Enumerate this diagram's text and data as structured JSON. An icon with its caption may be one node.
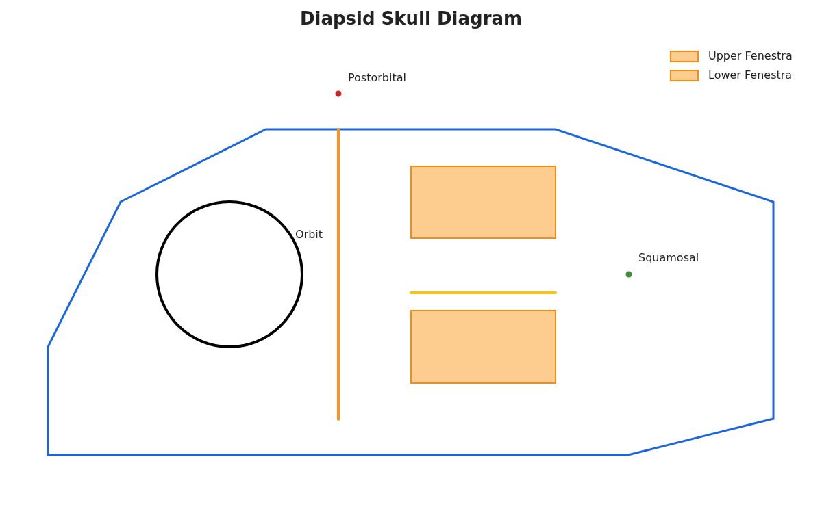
{
  "diagram": {
    "title": "Diapsid Skull Diagram",
    "labels": [
      "Postorbital",
      "Orbit",
      "Squamosal"
    ],
    "legend": [
      {
        "text": "Upper Fenestra",
        "color": "#fdcd8f"
      },
      {
        "text": "Lower Fenestra",
        "color": "#fdcd8f"
      }
    ]
  }
}
